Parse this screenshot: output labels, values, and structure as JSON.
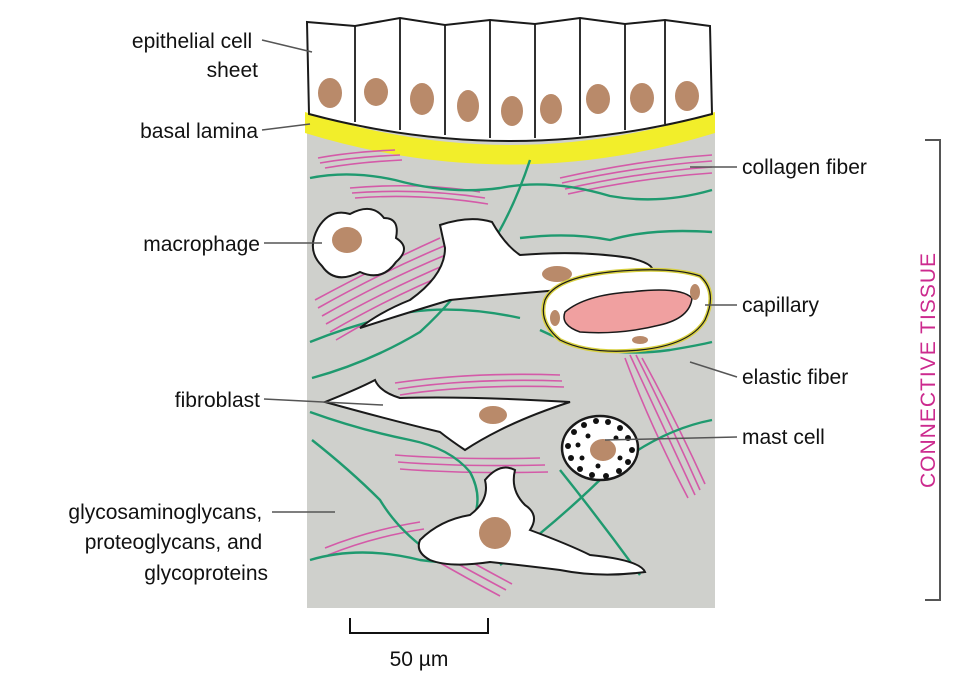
{
  "labels": {
    "epithelial_cell_sheet": [
      "epithelial cell",
      "sheet"
    ],
    "basal_lamina": "basal lamina",
    "macrophage": "macrophage",
    "fibroblast": "fibroblast",
    "glycosaminoglycans": [
      "glycosaminoglycans,",
      "proteoglycans, and",
      "glycoproteins"
    ],
    "collagen_fiber": "collagen fiber",
    "capillary": "capillary",
    "elastic_fiber": "elastic fiber",
    "mast_cell": "mast cell",
    "connective_tissue": "CONNECTIVE TISSUE",
    "scale_bar": "50 µm"
  },
  "colors": {
    "matrix": "#cfd0cc",
    "basal_lamina": "#f2ee2a",
    "nucleus": "#b98a6a",
    "collagen": "#d45aa8",
    "elastic": "#1f9a6f",
    "capillary_fill": "#f0a0a0",
    "capillary_ring": "#d8d040",
    "connective_label": "#cc2a8e"
  }
}
